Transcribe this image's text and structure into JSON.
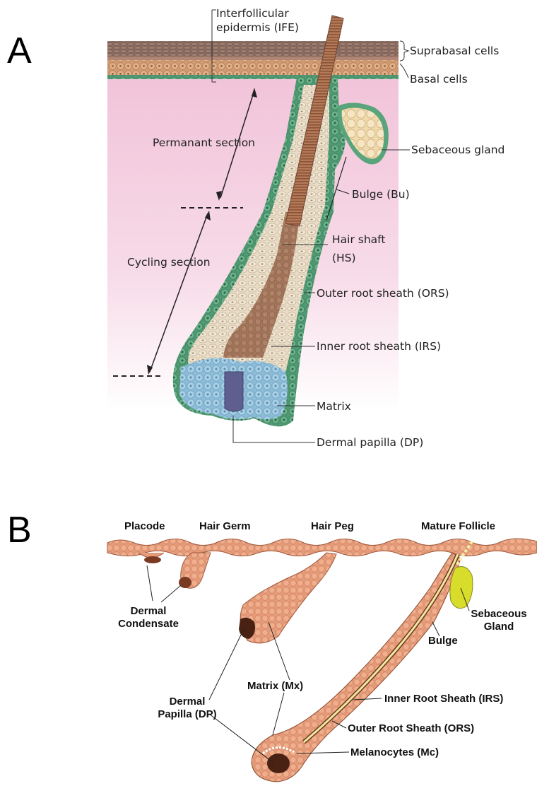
{
  "panel_a": {
    "letter": "A",
    "labels": {
      "ife_line1": "Interfollicular",
      "ife_line2": "epidermis (IFE)",
      "suprabasal": "Suprabasal cells",
      "basal": "Basal cells",
      "permanent": "Permanant section",
      "cycling": "Cycling section",
      "sebaceous": "Sebaceous gland",
      "bulge": "Bulge (Bu)",
      "hair_shaft_1": "Hair shaft",
      "hair_shaft_2": "(HS)",
      "ors": "Outer root sheath (ORS)",
      "irs": "Inner root sheath (IRS)",
      "matrix": "Matrix",
      "dp": "Dermal papilla (DP)"
    }
  },
  "panel_b": {
    "letter": "B",
    "labels": {
      "placode": "Placode",
      "hair_germ": "Hair Germ",
      "hair_peg": "Hair Peg",
      "mature": "Mature Follicle",
      "dermal_cond_1": "Dermal",
      "dermal_cond_2": "Condensate",
      "sebaceous_1": "Sebaceous",
      "sebaceous_2": "Gland",
      "bulge": "Bulge",
      "dp_1": "Dermal",
      "dp_2": "Papilla (DP)",
      "matrix": "Matrix (Mx)",
      "irs": "Inner Root Sheath (IRS)",
      "ors": "Outer Root Sheath (ORS)",
      "melanocytes": "Melanocytes (Mc)"
    }
  },
  "colors": {
    "dermis_pink": "#f3c9dc",
    "suprabasal": "#8a6a5e",
    "basal": "#d9a77d",
    "ors_green": "#5aa47c",
    "irs_beige": "#e6d8c0",
    "shaft_brown": "#a06a4e",
    "matrix_blue": "#9ac4de",
    "dp_purple": "#5e5f8e",
    "sebaceous": "#f0dcb4",
    "skin_b": "#e8a07c",
    "gland_yellow": "#d8dc2a",
    "papilla_dark": "#5a2a1a"
  }
}
